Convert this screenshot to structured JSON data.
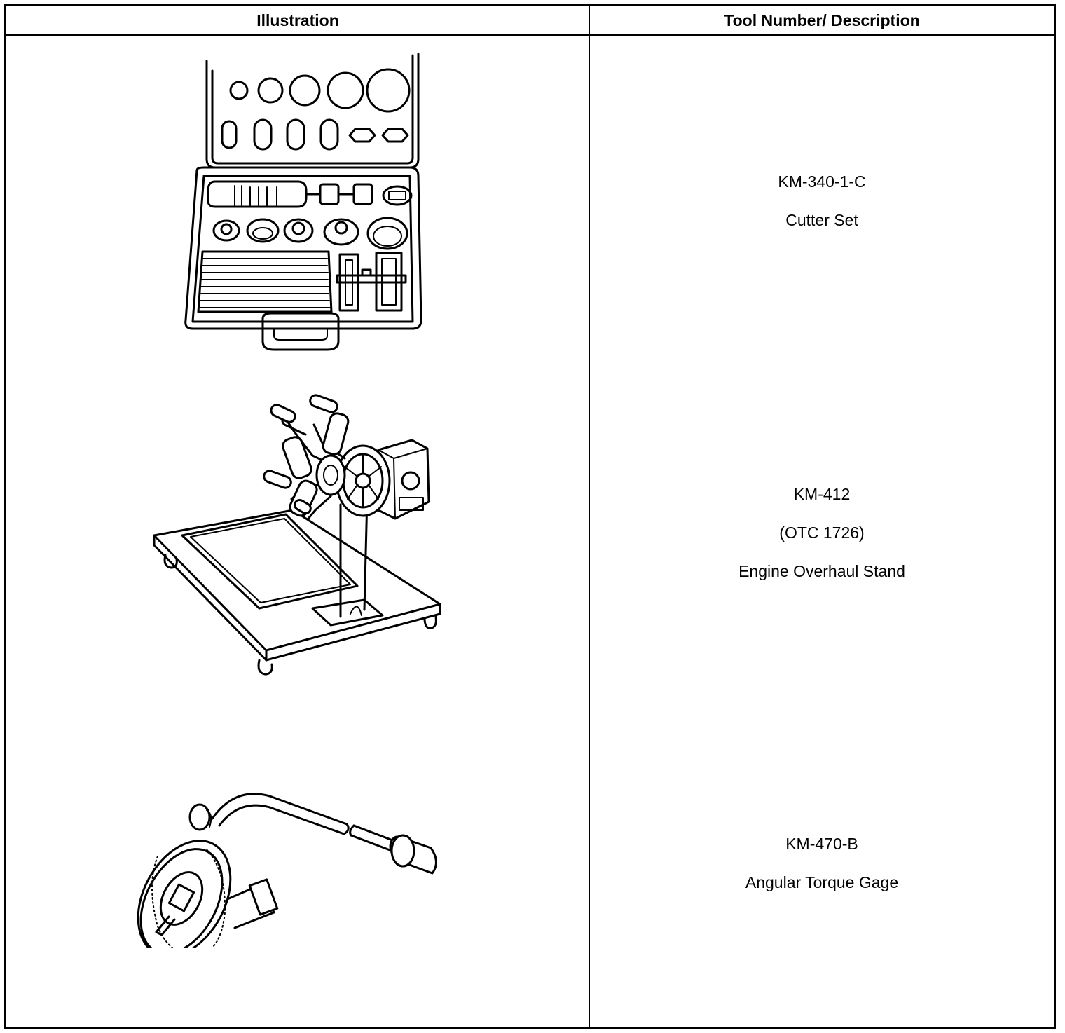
{
  "table": {
    "headers": {
      "illustration": "Illustration",
      "description": "Tool Number/ Description"
    },
    "rows": [
      {
        "icon": "cutter-set-case-illustration",
        "lines": [
          "KM-340-1-C",
          "Cutter Set"
        ]
      },
      {
        "icon": "engine-overhaul-stand-illustration",
        "lines": [
          "KM-412",
          "(OTC 1726)",
          "Engine Overhaul Stand"
        ]
      },
      {
        "icon": "angular-torque-gage-illustration",
        "lines": [
          "KM-470-B",
          "Angular Torque Gage"
        ]
      }
    ]
  }
}
